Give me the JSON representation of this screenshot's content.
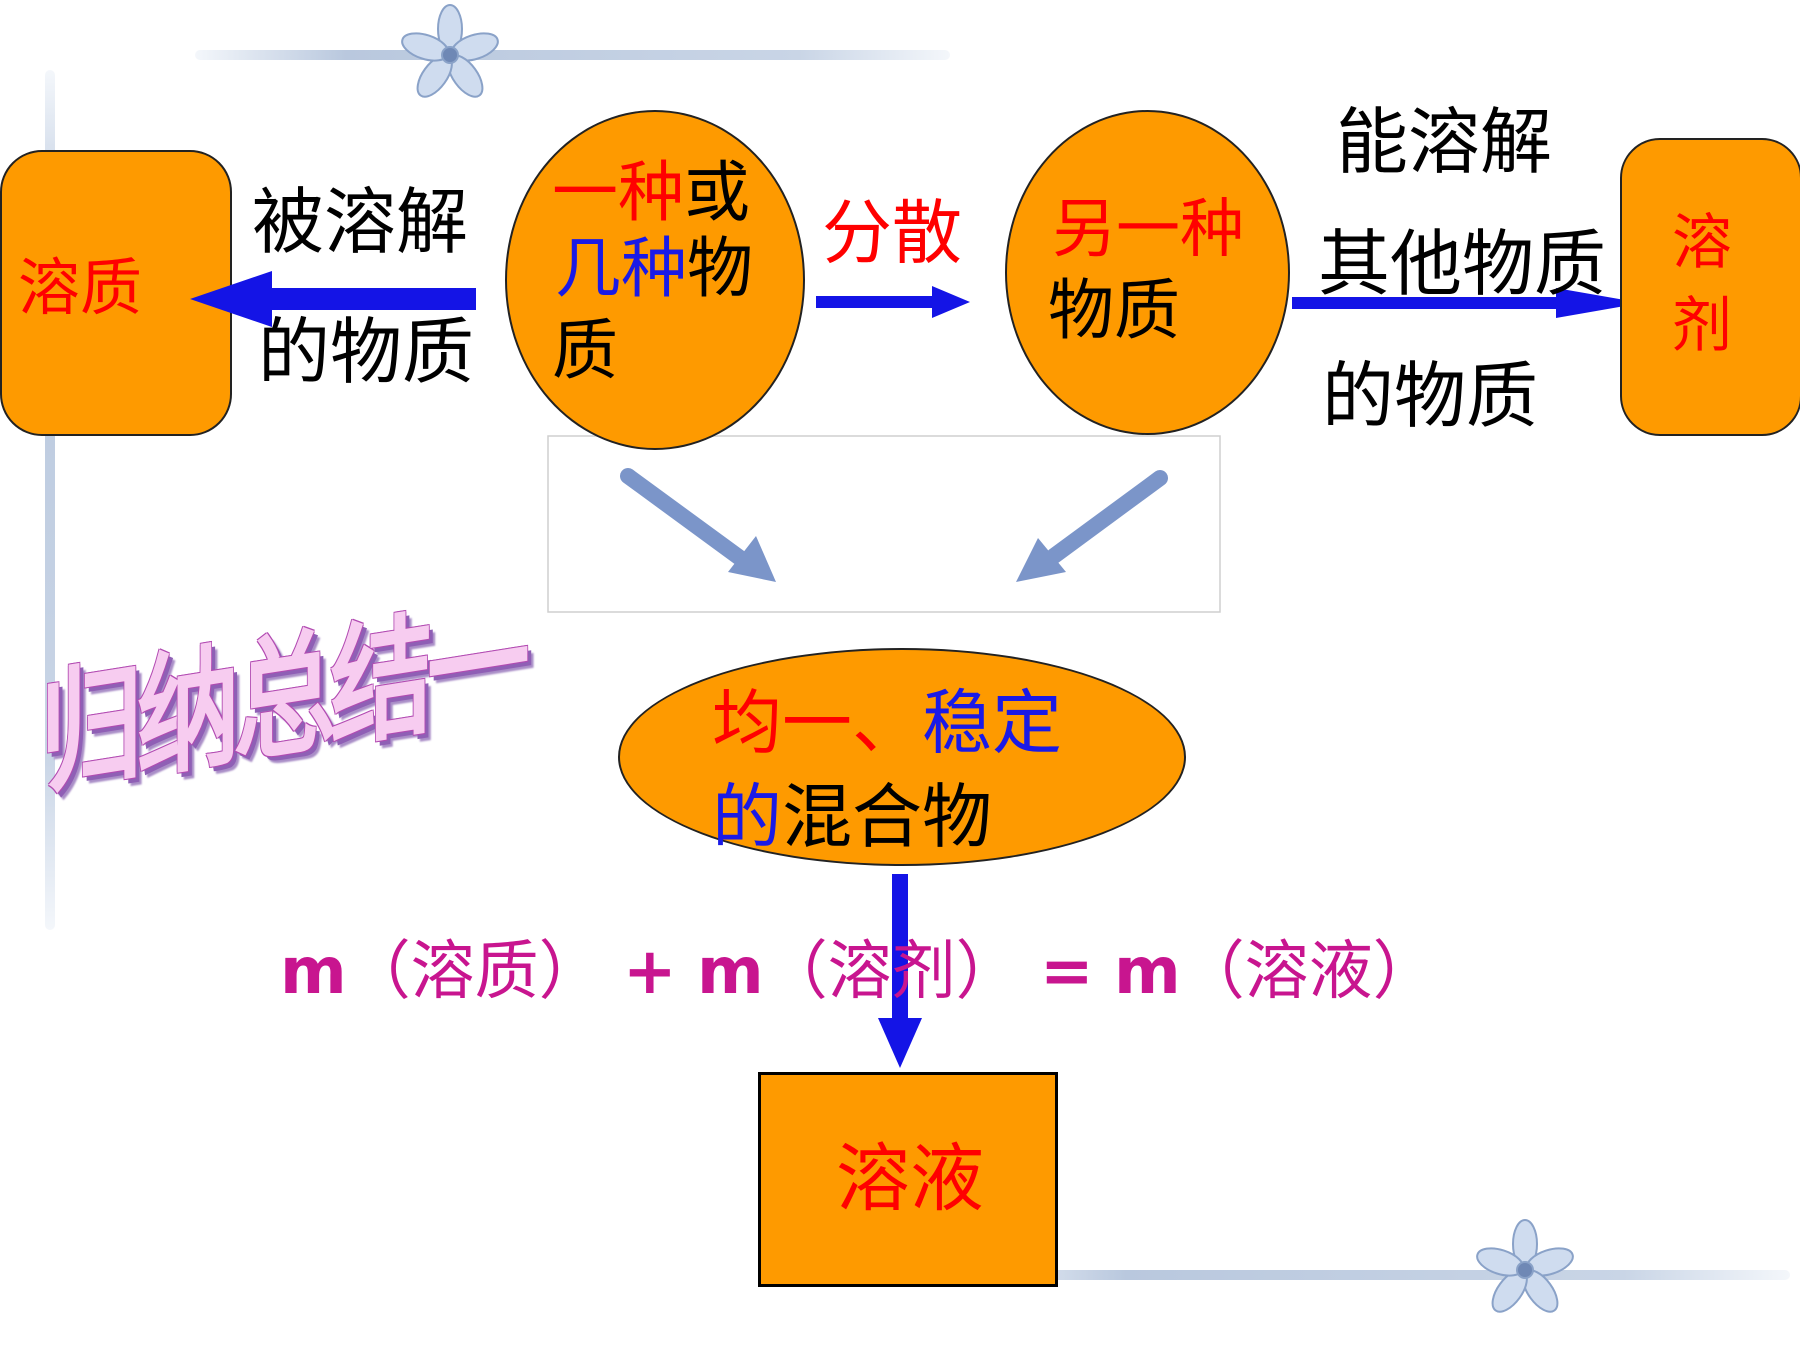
{
  "solute_box": {
    "label": "溶质"
  },
  "solvent_box": {
    "label_line1": "溶",
    "label_line2": "剂"
  },
  "left_caption": {
    "line1": "被溶解",
    "line2": "的物质"
  },
  "right_caption": {
    "line1": "能溶解",
    "line2": "其他物质",
    "line3": "的物质"
  },
  "substance_circle": {
    "part_a": "一种",
    "part_b": "或",
    "part_c": "几种",
    "part_d": "物",
    "part_e": "质"
  },
  "other_circle": {
    "line1": "另一种",
    "line2": "物质"
  },
  "disperse_label": "分散",
  "summary_title": "归纳总结一",
  "mixture_ellipse": {
    "part_a": "均一、",
    "part_b": "稳定",
    "part_c": "的",
    "part_d": "混合物"
  },
  "equation": {
    "m1": "m",
    "term1": "（溶质）",
    "plus": "+",
    "m2": "m",
    "term2": "（溶剂）",
    "equals": "=",
    "m3": "m",
    "term3": "（溶液）"
  },
  "solution_box": {
    "label": "溶液"
  },
  "colors": {
    "orange": "#fe9a00",
    "red_text": "#ff0000",
    "blue_text": "#1a1ae6",
    "arrow_blue": "#1414e6",
    "equation_magenta": "#c8158f"
  }
}
